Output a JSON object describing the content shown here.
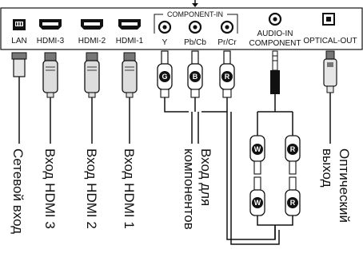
{
  "panel": {
    "group_label": "COMPONENT-IN",
    "ports": {
      "lan": "LAN",
      "hdmi3": "HDMI-3",
      "hdmi2": "HDMI-2",
      "hdmi1": "HDMI-1",
      "y": "Y",
      "pbcb": "Pb/Cb",
      "prcr": "Pr/Cr",
      "audio_line1": "AUDIO-IN",
      "audio_line2": "COMPONENT",
      "optical": "OPTICAL-OUT"
    }
  },
  "plugs": {
    "g": "G",
    "b": "B",
    "r": "R",
    "w": "W",
    "r2": "R"
  },
  "captions": {
    "lan": "Сетевой вход",
    "hdmi3": "Вход HDMI 3",
    "hdmi2": "Вход HDMI 2",
    "hdmi1": "Вход HDMI 1",
    "component_line1": "Вход для",
    "component_line2": "компонентов",
    "optical_line1": "Оптический",
    "optical_line2": "выход"
  },
  "colors": {
    "ink": "#111111",
    "panel_bg": "#ffffff"
  }
}
